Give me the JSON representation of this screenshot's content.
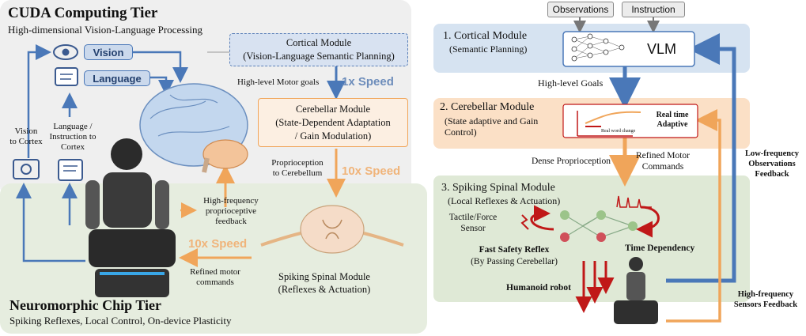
{
  "cuda_tier": {
    "title": "CUDA Computing Tier",
    "subtitle": "High-dimensional Vision-Language Processing"
  },
  "neuro_tier": {
    "title": "Neuromorphic Chip Tier",
    "subtitle": "Spiking Reflexes, Local Control, On-device Plasticity"
  },
  "inputs": {
    "vision": "Vision",
    "language": "Language",
    "vision_to_cortex_1": "Vision",
    "vision_to_cortex_2": "to Cortex",
    "lang_instr_1": "Language /",
    "lang_instr_2": "Instruction to",
    "lang_instr_3": "Cortex"
  },
  "left_modules": {
    "cortical_1": "Cortical Module",
    "cortical_2": "(Vision-Language Semantic Planning)",
    "cerebellar_1": "Cerebellar Module",
    "cerebellar_2": "(State-Dependent Adaptation",
    "cerebellar_3": "/ Gain Modulation)",
    "spinal_1": "Spiking Spinal Module",
    "spinal_2": "(Reflexes & Actuation)"
  },
  "left_labels": {
    "motor_goals": "High-level Motor goals",
    "speed_1x": "1x Speed",
    "proprio_1": "Proprioception",
    "proprio_2": "to Cerebellum",
    "speed_10x_a": "10x Speed",
    "hf_1": "High-frequency",
    "hf_2": "proprioceptive",
    "hf_3": "feedback",
    "speed_10x_b": "10x Speed",
    "refined_1": "Refined motor",
    "refined_2": "commands"
  },
  "right": {
    "observations": "Observations",
    "instruction": "Instruction",
    "cortical_title": "1. Cortical Module",
    "cortical_sub": "(Semantic Planning)",
    "vlm": "VLM",
    "high_level_goals": "High-level Goals",
    "cerebellar_title": "2. Cerebellar Module",
    "cerebellar_sub_1": "(State adaptive and Gain",
    "cerebellar_sub_2": "Control)",
    "real_time_1": "Real time",
    "real_time_2": "Adaptive",
    "real_word_change": "Real word change",
    "dense_proprio": "Dense Proprioception",
    "refined_1": "Refined Motor",
    "refined_2": "Commands",
    "spinal_title": "3. Spiking Spinal Module",
    "spinal_sub": "(Local Reflexes & Actuation)",
    "tactile_1": "Tactile/Force",
    "tactile_2": "Sensor",
    "fast_reflex": "Fast Safety Reflex",
    "by_passing": "(By Passing Cerebellar)",
    "time_dependency": "Time Dependency",
    "humanoid": "Humanoid robot",
    "lf_1": "Low-frequency",
    "lf_2": "Observations",
    "lf_3": "Feedback",
    "hfs_1": "High-frequency",
    "hfs_2": "Sensors Feedback"
  },
  "colors": {
    "blue": "#4a78b8",
    "orange": "#f0a55a",
    "red": "#c01818",
    "cuda_bg": "#eeeeee",
    "neuro_bg": "#e7eedf"
  }
}
